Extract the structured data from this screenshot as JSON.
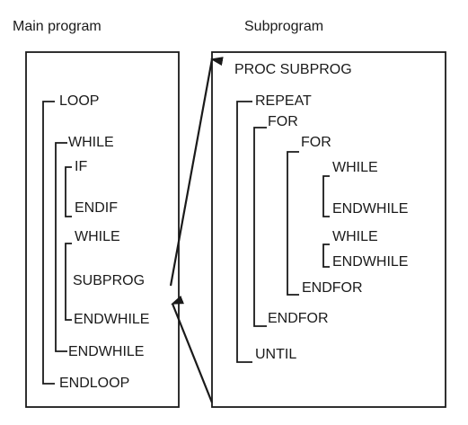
{
  "headings": {
    "main": "Main program",
    "sub": "Subprogram"
  },
  "main_program": {
    "lines": [
      "LOOP",
      "WHILE",
      "IF",
      "ENDIF",
      "WHILE",
      "SUBPROG",
      "ENDWHILE",
      "ENDWHILE",
      "ENDLOOP"
    ]
  },
  "subprogram": {
    "lines": [
      "PROC SUBPROG",
      "REPEAT",
      "FOR",
      "FOR",
      "WHILE",
      "ENDWHILE",
      "WHILE",
      "ENDWHILE",
      "ENDFOR",
      "ENDFOR",
      "UNTIL"
    ]
  },
  "colors": {
    "ink": "#1a1a1a",
    "background": "#ffffff"
  }
}
